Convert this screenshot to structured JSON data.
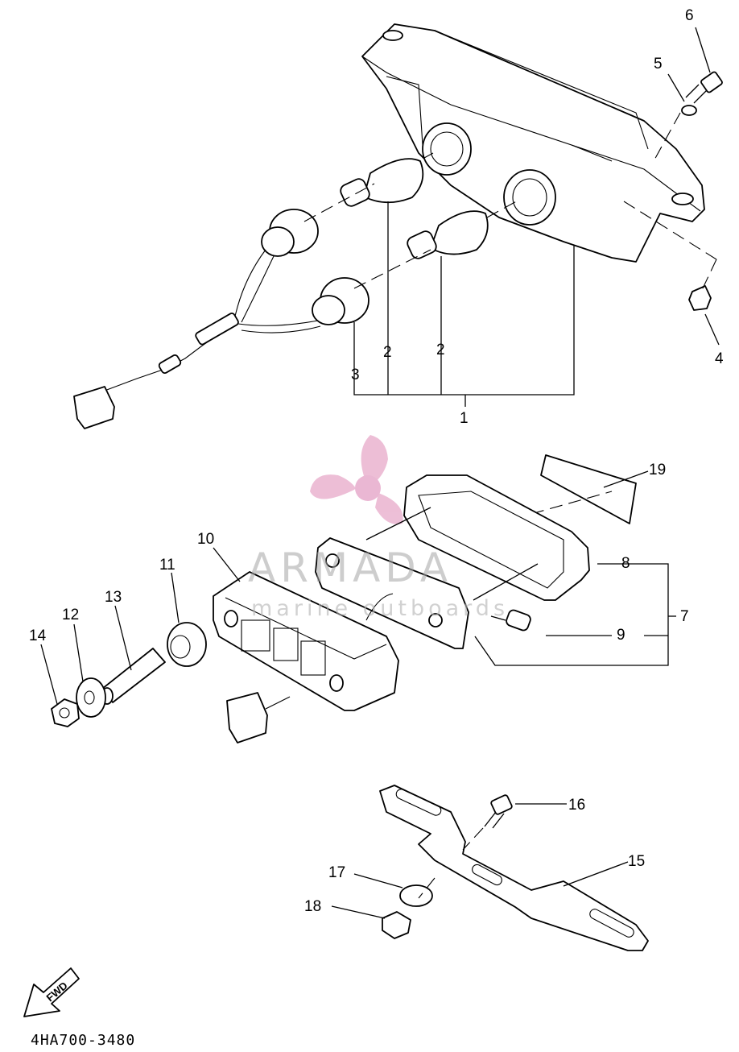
{
  "callouts": {
    "c1": "1",
    "c2a": "2",
    "c2b": "2",
    "c3": "3",
    "c4": "4",
    "c5": "5",
    "c6": "6",
    "c7": "7",
    "c8": "8",
    "c9": "9",
    "c10": "10",
    "c11": "11",
    "c12": "12",
    "c13": "13",
    "c14": "14",
    "c15": "15",
    "c16": "16",
    "c17": "17",
    "c18": "18",
    "c19": "19"
  },
  "fwd_arrow_label": "FWD",
  "watermark": {
    "brand": "ARMADA",
    "tagline": "marine outboards"
  },
  "diagram_code": "4HA700-3480",
  "colors": {
    "line": "#000000",
    "watermark_pink": "#e7a9c9",
    "watermark_gray": "#a6a6a6"
  }
}
